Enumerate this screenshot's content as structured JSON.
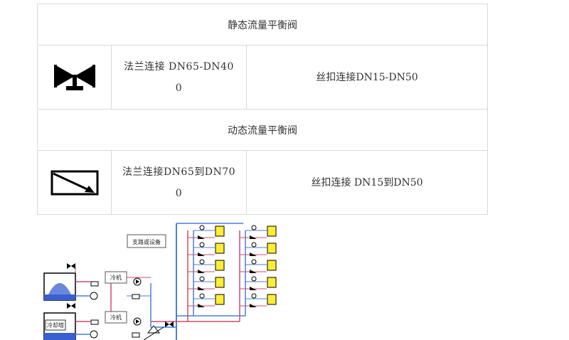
{
  "table": {
    "static_title": "静态流量平衡阀",
    "static_icon": "static-balance-valve-icon",
    "static_flange": "法兰连接 DN65-DN400",
    "static_thread": "丝扣连接DN15-DN50",
    "dynamic_title": "动态流量平衡阀",
    "dynamic_icon": "dynamic-balance-valve-icon",
    "dynamic_flange": "法兰连接DN65到DN700",
    "dynamic_thread": "丝扣连接 DN15到DN50"
  },
  "diagram": {
    "box_label": "支路或设备",
    "chiller_1": "冷机",
    "chiller_2": "冷机",
    "tower_label": "冷却塔"
  },
  "colors": {
    "supply": "#4a7fd6",
    "return": "#d04a6a",
    "terminal": "#ffee33",
    "tower": "#3a5fd0"
  }
}
